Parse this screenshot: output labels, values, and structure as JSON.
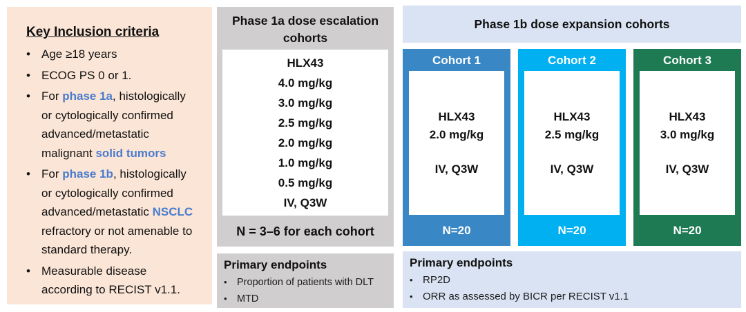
{
  "colors": {
    "left_panel_bg": "#fbe5d6",
    "gray_bg": "#d0cece",
    "lavender_bg": "#dae3f3",
    "highlight_text_blue": "#4a7cce",
    "cohort1_blue": "#3a87c5",
    "cohort2_cyan": "#00b0f0",
    "cohort3_green": "#1e7a52"
  },
  "inclusion": {
    "title": "Key Inclusion criteria",
    "bullets": [
      [
        {
          "t": "Age ≥18 years"
        }
      ],
      [
        {
          "t": "ECOG PS 0 or 1."
        }
      ],
      [
        {
          "t": "For "
        },
        {
          "t": "phase 1a",
          "hl": true
        },
        {
          "t": ", histologically or cytologically confirmed advanced/metastatic malignant "
        },
        {
          "t": "solid tumors",
          "hl": true
        }
      ],
      [
        {
          "t": "For "
        },
        {
          "t": "phase 1b",
          "hl": true
        },
        {
          "t": ", histologically or cytologically confirmed advanced/metastatic "
        },
        {
          "t": "NSCLC",
          "hl": true
        },
        {
          "t": " refractory or not amenable to standard therapy."
        }
      ],
      [
        {
          "t": "Measurable disease according to RECIST v1.1."
        }
      ]
    ]
  },
  "phase1a": {
    "header": "Phase 1a dose escalation cohorts",
    "drug": "HLX43",
    "doses": [
      "4.0 mg/kg",
      "3.0 mg/kg",
      "2.5 mg/kg",
      "2.0 mg/kg",
      "1.0 mg/kg",
      "0.5 mg/kg"
    ],
    "schedule": "IV, Q3W",
    "n_note": "N = 3–6 for each cohort",
    "endpoints": {
      "title": "Primary endpoints",
      "items": [
        "Proportion of patients with DLT",
        "MTD"
      ]
    }
  },
  "phase1b": {
    "header": "Phase 1b dose expansion cohorts",
    "cohorts": [
      {
        "label": "Cohort 1",
        "drug": "HLX43",
        "dose": "2.0 mg/kg",
        "schedule": "IV, Q3W",
        "n": "N=20",
        "color": "#3a87c5"
      },
      {
        "label": "Cohort 2",
        "drug": "HLX43",
        "dose": "2.5 mg/kg",
        "schedule": "IV, Q3W",
        "n": "N=20",
        "color": "#00b0f0"
      },
      {
        "label": "Cohort 3",
        "drug": "HLX43",
        "dose": "3.0 mg/kg",
        "schedule": "IV, Q3W",
        "n": "N=20",
        "color": "#1e7a52"
      }
    ],
    "endpoints": {
      "title": "Primary endpoints",
      "items": [
        "RP2D",
        "ORR as assessed by BICR per RECIST v1.1"
      ]
    }
  }
}
